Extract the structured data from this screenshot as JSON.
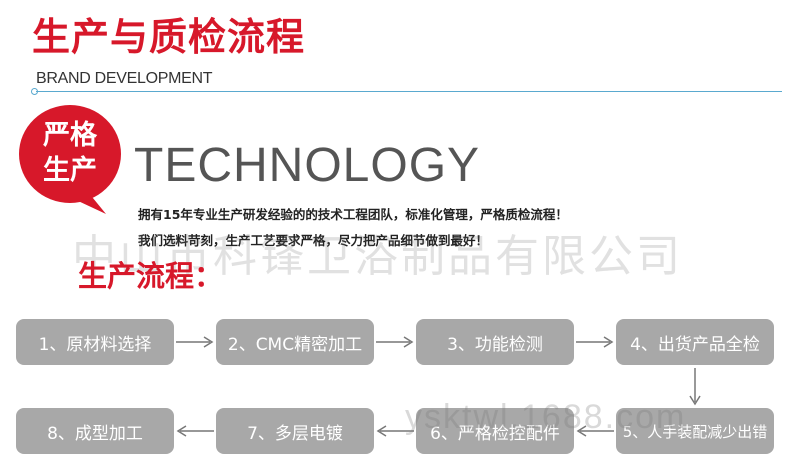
{
  "header": {
    "title": "生产与质检流程",
    "subtitle": "BRAND DEVELOPMENT"
  },
  "badge": {
    "line1": "严格",
    "line2": "生产"
  },
  "technology": {
    "word": "TECHNOLOGY",
    "desc1": "拥有15年专业生产研发经验的的技术工程团队，标准化管理，严格质检流程！",
    "desc2": "我们选料苛刻，生产工艺要求严格，尽力把产品细节做到最好！"
  },
  "watermarks": {
    "company": "中山市科锋卫浴制品有限公司",
    "site": "ysktwl.1688.com"
  },
  "process": {
    "title": "生产流程：",
    "steps": [
      "1、原材料选择",
      "2、CMC精密加工",
      "3、功能检测",
      "4、出货产品全检",
      "5、人手装配减少出错",
      "6、严格检控配件",
      "7、多层电镀",
      "8、成型加工"
    ]
  },
  "colors": {
    "accent": "#d7182a",
    "step_bg": "#a8a8a8",
    "rule": "#5aa9cf"
  }
}
